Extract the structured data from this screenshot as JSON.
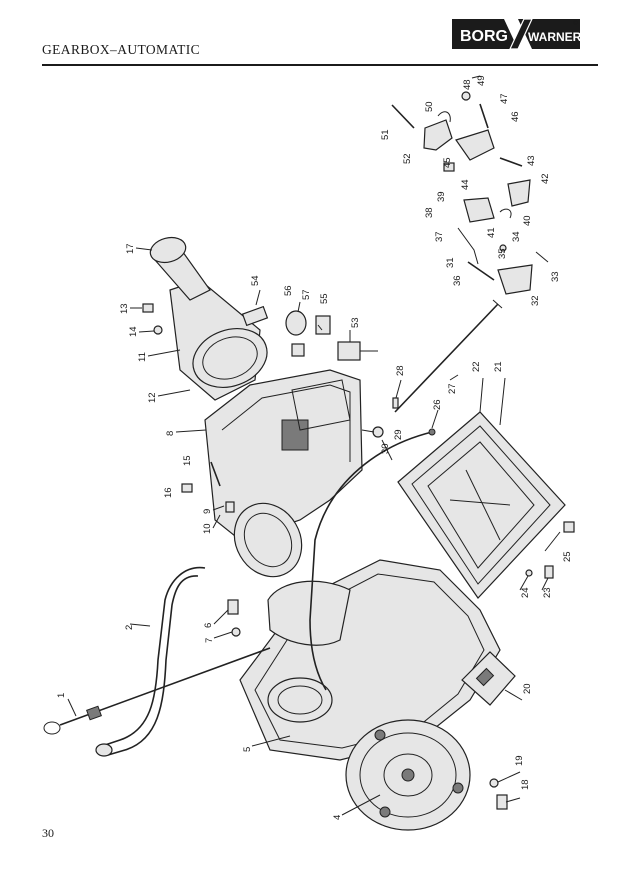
{
  "header": {
    "title": "GEARBOX–AUTOMATIC",
    "logo_left": "BORG",
    "logo_right": "WARNER",
    "logo_mark": "®"
  },
  "footer": {
    "page_number": "30"
  },
  "callouts": [
    "1",
    "2",
    "4",
    "5",
    "6",
    "7",
    "8",
    "9",
    "10",
    "11",
    "12",
    "13",
    "14",
    "15",
    "16",
    "17",
    "18",
    "19",
    "20",
    "21",
    "22",
    "23",
    "24",
    "25",
    "26",
    "27",
    "28",
    "29",
    "30",
    "31",
    "32",
    "33",
    "34",
    "35",
    "36",
    "37",
    "38",
    "39",
    "40",
    "41",
    "42",
    "43",
    "44",
    "45",
    "46",
    "47",
    "48",
    "49",
    "50",
    "51",
    "52",
    "53",
    "54",
    "55",
    "56",
    "57"
  ]
}
